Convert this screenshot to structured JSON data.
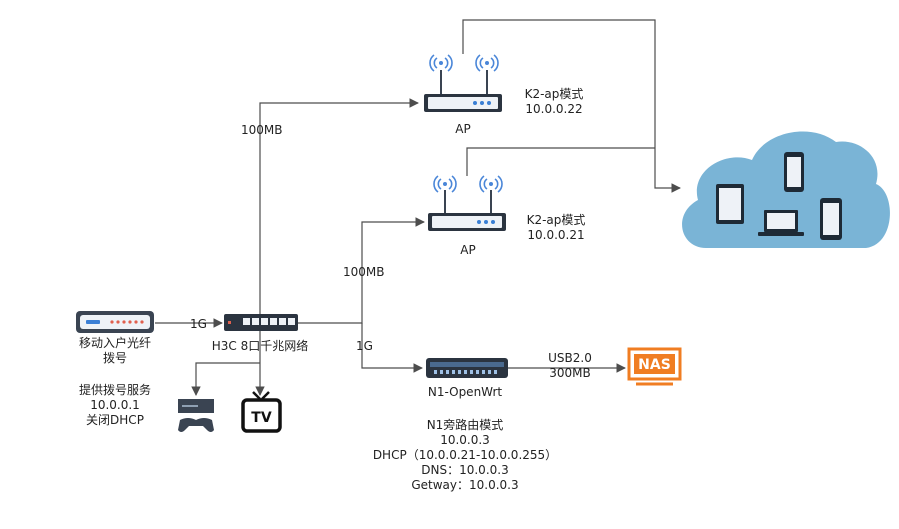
{
  "colors": {
    "line": "#4d4d4d",
    "device_dark": "#2b3440",
    "device_light": "#eef2f7",
    "led": "#3a7fd5",
    "wifi": "#4a86d8",
    "cloud": "#7ab4d6",
    "nas": "#f07d22",
    "router_dots": "#e0604e"
  },
  "nodes": {
    "isp_router": {
      "label_line1": "移动入户光纤",
      "label_line2": "拨号"
    },
    "isp_note": {
      "line1": "提供拨号服务",
      "line2": "10.0.0.1",
      "line3": "关闭DHCP"
    },
    "switch": {
      "label": "H3C 8口千兆网络"
    },
    "ap_top": {
      "label": "AP",
      "note_line1": "K2-ap模式",
      "note_line2": "10.0.0.22"
    },
    "ap_mid": {
      "label": "AP",
      "note_line1": "K2-ap模式",
      "note_line2": "10.0.0.21"
    },
    "n1": {
      "label": "N1-OpenWrt"
    },
    "n1_note": {
      "line1": "N1旁路由模式",
      "line2": "10.0.0.3",
      "line3": "DHCP（10.0.0.21-10.0.0.255）",
      "line4": "DNS：10.0.0.3",
      "line5": "Getway：10.0.0.3"
    },
    "nas": {
      "label": "NAS"
    },
    "tv": {
      "label": "TV"
    }
  },
  "links": {
    "router_switch": "1G",
    "switch_ap_top": "100MB",
    "switch_ap_mid": "100MB",
    "switch_n1": "1G",
    "n1_nas_line1": "USB2.0",
    "n1_nas_line2": "300MB"
  }
}
